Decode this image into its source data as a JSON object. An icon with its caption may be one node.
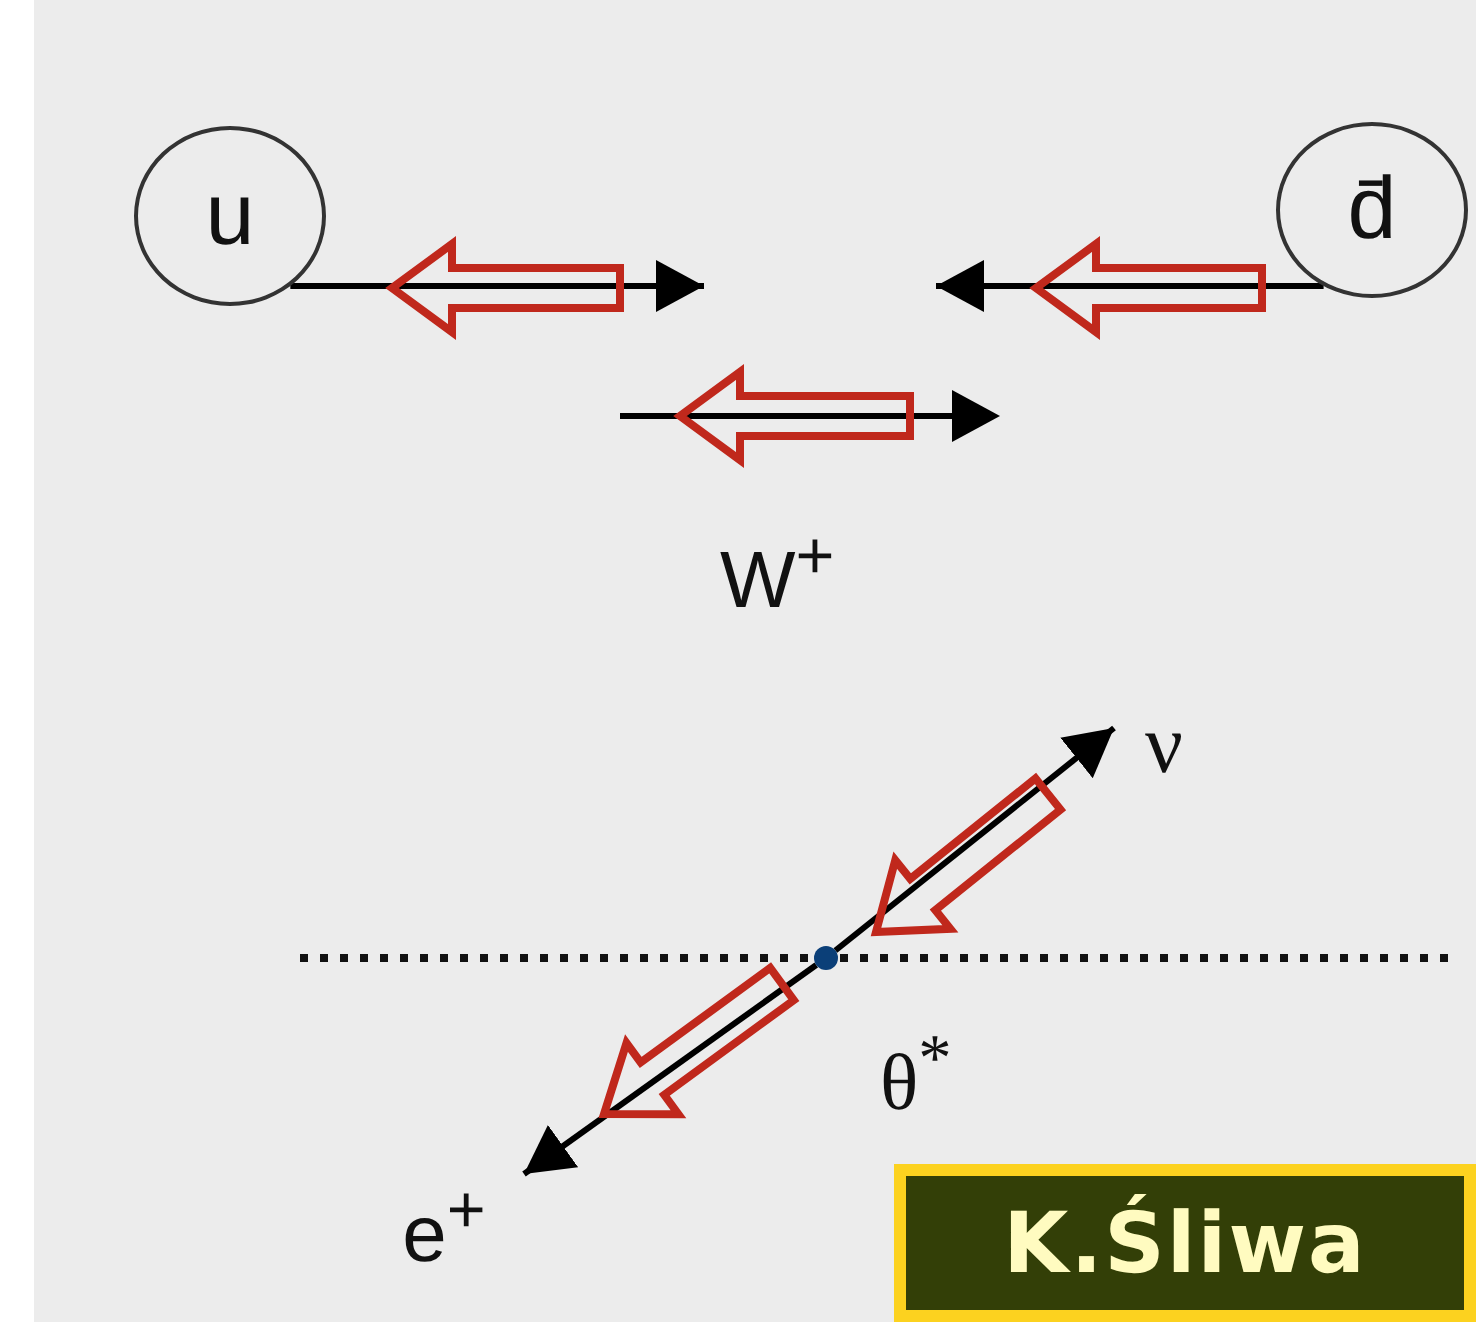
{
  "diagram": {
    "nodes": [
      {
        "text": [
          "u"
        ]
      },
      {
        "text": [
          "d̄"
        ]
      },
      {
        "text": [
          "ν"
        ]
      },
      {
        "text": [],
        "shape": "circle"
      },
      {
        "text": [
          "e$^{+}$"
        ]
      },
      {
        "text": [
          "K.Śliwa"
        ]
      }
    ],
    "edges": [
      {
        "from": 0,
        "to": null,
        "arrow": "to"
      },
      {
        "from": 1,
        "to": null,
        "arrow": "to"
      },
      {
        "from": 3,
        "to": 2,
        "arrow": "to"
      },
      {
        "from": 3,
        "to": 4,
        "arrow": "to"
      }
    ],
    "labels": [
      "W$^{+}$",
      "θ$^{*}$"
    ]
  }
}
